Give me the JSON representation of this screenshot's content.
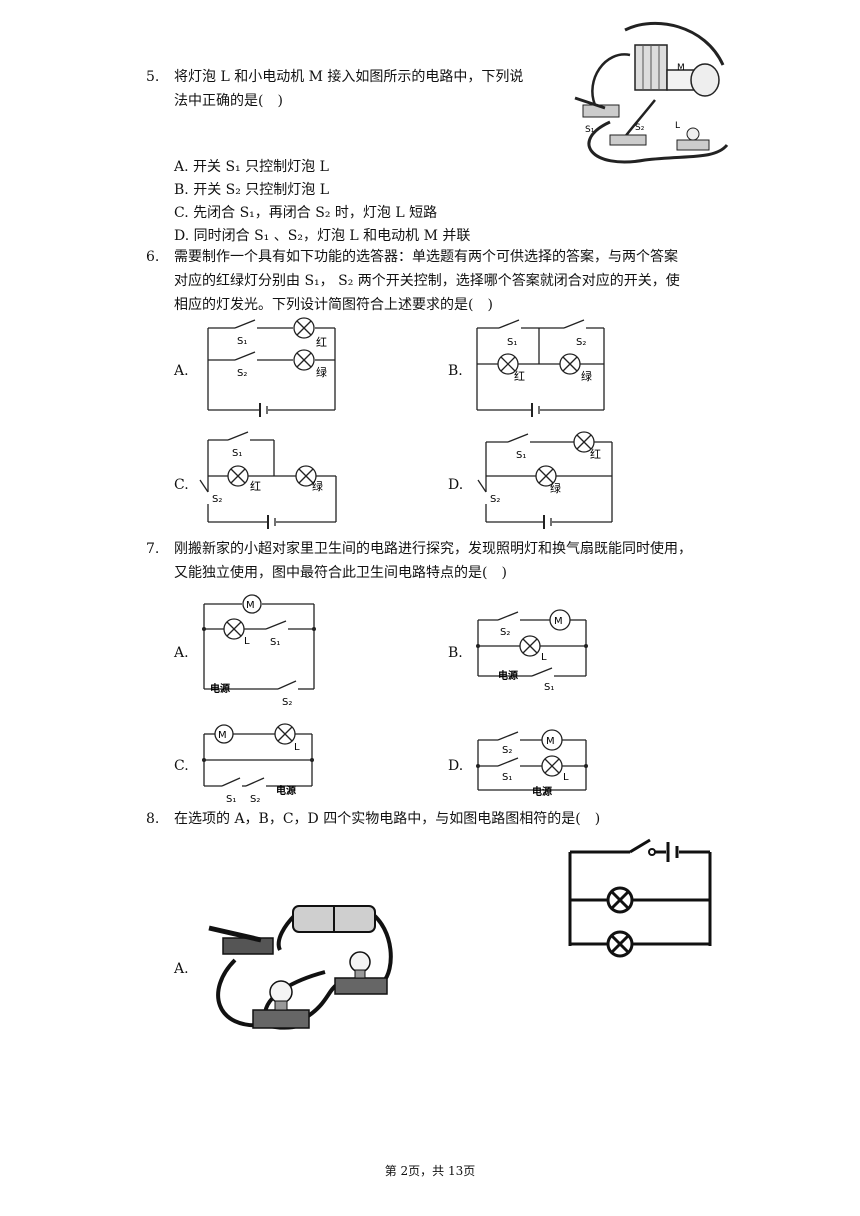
{
  "page_footer": "第 2页，共 13页",
  "q5": {
    "num": "5.",
    "stem_1": "将灯泡 L 和小电动机 M 接入如图所示的电路中，下列说",
    "stem_2": "法中正确的是(　)",
    "options": [
      {
        "label": "A.",
        "text": "开关 S₁ 只控制灯泡 L"
      },
      {
        "label": "B.",
        "text": "开关 S₂ 只控制灯泡 L"
      },
      {
        "label": "C.",
        "text": "先闭合 S₁，再闭合 S₂ 时，灯泡 L 短路"
      },
      {
        "label": "D.",
        "text": "同时闭合 S₁ 、S₂，灯泡 L 和电动机 M 并联"
      }
    ],
    "photo_labels": {
      "m": "M",
      "s1": "S₁",
      "s2": "S₂",
      "l": "L"
    }
  },
  "q6": {
    "num": "6.",
    "stem_1": "需要制作一个具有如下功能的选答器：单选题有两个可供选择的答案，与两个答案",
    "stem_2": "对应的红绿灯分别由 S₁， S₂ 两个开关控制，选择哪个答案就闭合对应的开关，使",
    "stem_3": "相应的灯发光。下列设计简图符合上述要求的是(　)",
    "options": {
      "a": "A.",
      "b": "B.",
      "c": "C.",
      "d": "D."
    },
    "labels": {
      "s1": "S₁",
      "s2": "S₂",
      "red": "红",
      "green": "绿"
    }
  },
  "q7": {
    "num": "7.",
    "stem_1": "刚搬新家的小超对家里卫生间的电路进行探究，发现照明灯和换气扇既能同时使用，",
    "stem_2": "又能独立使用，图中最符合此卫生间电路特点的是(　)",
    "options": {
      "a": "A.",
      "b": "B.",
      "c": "C.",
      "d": "D."
    },
    "labels": {
      "m": "M",
      "l": "L",
      "s1": "S₁",
      "s2": "S₂",
      "power": "电源"
    }
  },
  "q8": {
    "num": "8.",
    "stem": "在选项的 A，B，C，D 四个实物电路中，与如图电路图相符的是(　)",
    "option_a": "A."
  }
}
